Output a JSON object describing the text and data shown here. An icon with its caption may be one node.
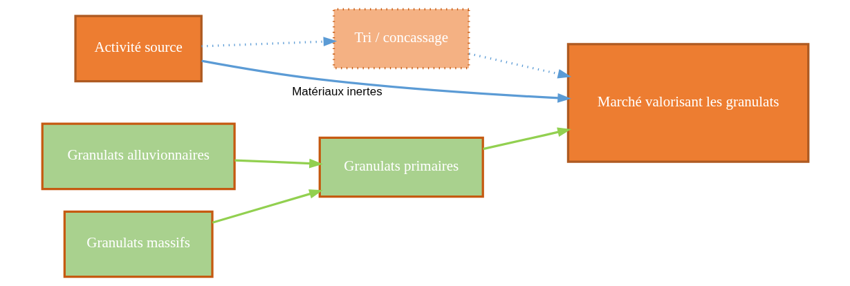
{
  "diagram": {
    "nodes": [
      {
        "text": [
          "Activité source"
        ]
      },
      {
        "text": [
          "Tri / concassage"
        ]
      },
      {
        "text": [
          "Marché valorisant les granulats"
        ]
      },
      {
        "text": [
          "Granulats alluvionnaires"
        ]
      },
      {
        "text": [
          "Granulats massifs"
        ]
      },
      {
        "text": [
          "Granulats primaires"
        ]
      }
    ],
    "edges": [
      {
        "from": 0,
        "to": 1,
        "arrow": "to",
        "style": "dashed",
        "color": "#5b9bd5"
      },
      {
        "from": 1,
        "to": 2,
        "arrow": "to",
        "style": "dashed",
        "color": "#5b9bd5"
      },
      {
        "from": 0,
        "to": 2,
        "arrow": "to",
        "label": "Matériaux inertes",
        "color": "#5b9bd5"
      },
      {
        "from": 3,
        "to": 5,
        "arrow": "to",
        "color": "#92d050"
      },
      {
        "from": 4,
        "to": 5,
        "arrow": "to",
        "color": "#92d050"
      },
      {
        "from": 5,
        "to": 2,
        "arrow": "to",
        "color": "#92d050"
      }
    ]
  }
}
